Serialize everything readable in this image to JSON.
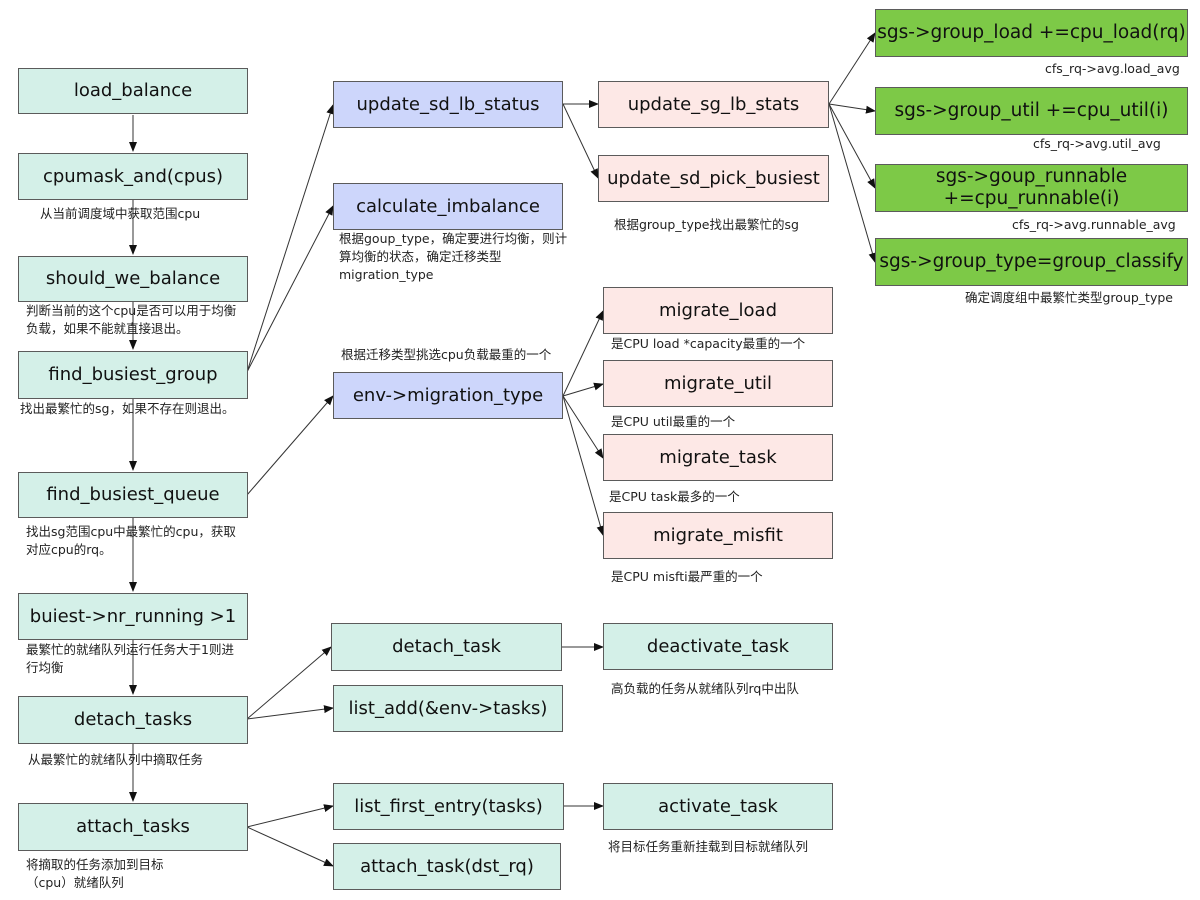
{
  "nodes": {
    "load_balance": "load_balance",
    "cpumask_and": "cpumask_and(cpus)",
    "should_we_balance": "should_we_balance",
    "find_busiest_group": "find_busiest_group",
    "find_busiest_queue": "find_busiest_queue",
    "nr_running": "buiest->nr_running >1",
    "detach_tasks": "detach_tasks",
    "attach_tasks": "attach_tasks",
    "update_sd_lb_status": "update_sd_lb_status",
    "calculate_imbalance": "calculate_imbalance",
    "migration_type": "env->migration_type",
    "detach_task": "detach_task",
    "list_add": "list_add(&env->tasks)",
    "list_first_entry": "list_first_entry(tasks)",
    "attach_task": "attach_task(dst_rq)",
    "update_sg_lb_stats": "update_sg_lb_stats",
    "update_sd_pick_busiest": "update_sd_pick_busiest",
    "migrate_load": "migrate_load",
    "migrate_util": "migrate_util",
    "migrate_task": "migrate_task",
    "migrate_misfit": "migrate_misfit",
    "deactivate_task": "deactivate_task",
    "activate_task": "activate_task",
    "group_load": "sgs->group_load +=cpu_load(rq)",
    "group_util": "sgs->group_util +=cpu_util(i)",
    "group_runnable_1": "sgs->goup_runnable",
    "group_runnable_2": "+=cpu_runnable(i)",
    "group_type": "sgs->group_type=group_classify"
  },
  "notes": {
    "cpumask_and": "从当前调度域中获取范围cpu",
    "should_we_balance": "判断当前的这个cpu是否可以用于均衡负载，如果不能就直接退出。",
    "find_busiest_group": "找出最繁忙的sg，如果不存在则退出。",
    "find_busiest_queue": "找出sg范围cpu中最繁忙的cpu，获取对应cpu的rq。",
    "nr_running": "最繁忙的就绪队列运行任务大于1则进行均衡",
    "detach_tasks": "从最繁忙的就绪队列中摘取任务",
    "attach_tasks": "将摘取的任务添加到目标（cpu）就绪队列",
    "calculate_imbalance": "根据goup_type，确定要进行均衡，则计算均衡的状态，确定迁移类型migration_type",
    "migration_type": "根据迁移类型挑选cpu负载最重的一个",
    "update_sd_pick_busiest": "根据group_type找出最繁忙的sg",
    "migrate_load": "是CPU load *capacity最重的一个",
    "migrate_util": "是CPU util最重的一个",
    "migrate_task": "是CPU task最多的一个",
    "migrate_misfit": "是CPU misfti最严重的一个",
    "deactivate_task": "高负载的任务从就绪队列rq中出队",
    "activate_task": "将目标任务重新挂载到目标就绪队列",
    "group_load": "cfs_rq->avg.load_avg",
    "group_util": "cfs_rq->avg.util_avg",
    "group_runnable": "cfs_rq->avg.runnable_avg",
    "group_type": "确定调度组中最繁忙类型group_type"
  },
  "colors": {
    "mint": "#d4f0e8",
    "blue": "#cdd6fb",
    "pink": "#fde8e6",
    "green": "#7dc947",
    "line": "#333333"
  }
}
